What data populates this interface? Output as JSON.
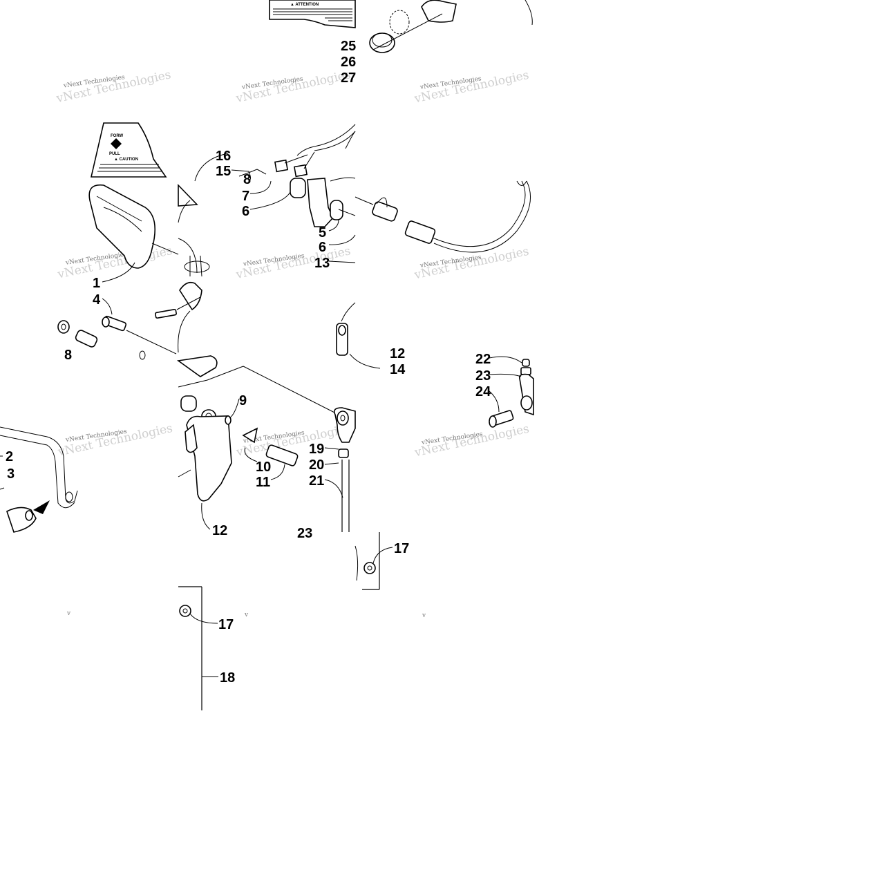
{
  "watermark": {
    "text": "vNext Technologies",
    "fragment": "v"
  },
  "callouts": {
    "c1": "1",
    "c2": "2",
    "c3": "3",
    "c4": "4",
    "c5": "5",
    "c6a": "6",
    "c6b": "6",
    "c7": "7",
    "c8a": "8",
    "c8b": "8",
    "c9": "9",
    "c10": "10",
    "c11": "11",
    "c12a": "12",
    "c12b": "12",
    "c13": "13",
    "c14": "14",
    "c15": "15",
    "c16": "16",
    "c17a": "17",
    "c17b": "17",
    "c18": "18",
    "c19": "19",
    "c20": "20",
    "c21": "21",
    "c22": "22",
    "c23": "23",
    "c24": "24",
    "c25": "25",
    "c26": "26",
    "c27": "27",
    "c28": "23"
  },
  "decals": {
    "attention_title": "▲ ATTENTION",
    "caution_title": "▲ CAUTION",
    "forward": "FORW",
    "pull": "PULL"
  }
}
